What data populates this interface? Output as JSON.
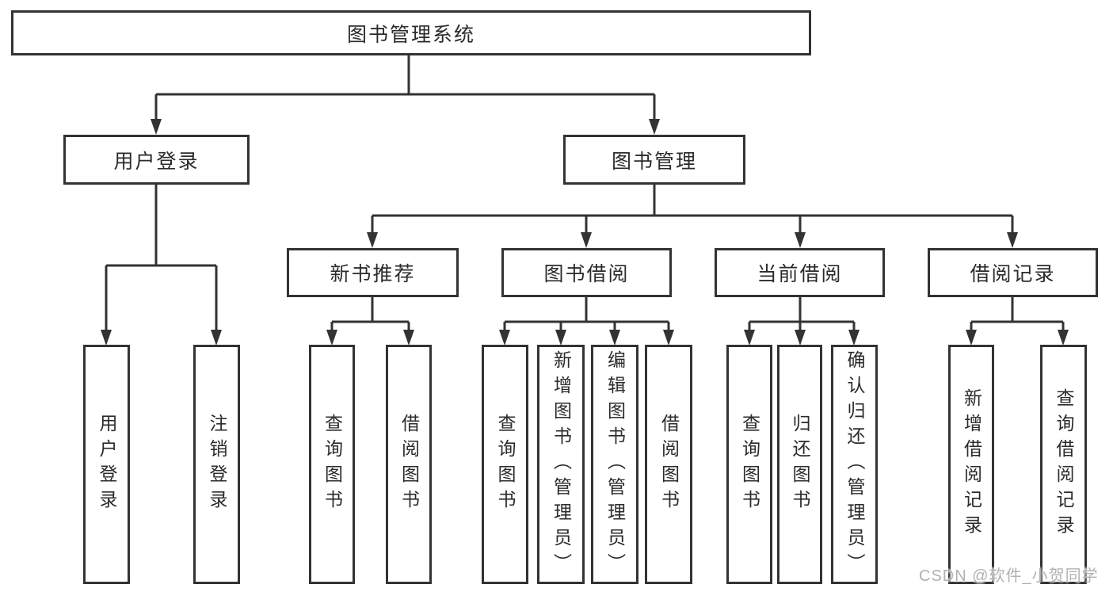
{
  "tree": {
    "label": "图书管理系统",
    "children": [
      {
        "label": "用户登录",
        "children": [
          {
            "label": "用户登录"
          },
          {
            "label": "注销登录"
          }
        ]
      },
      {
        "label": "图书管理",
        "children": [
          {
            "label": "新书推荐",
            "children": [
              {
                "label": "查询图书"
              },
              {
                "label": "借阅图书"
              }
            ]
          },
          {
            "label": "图书借阅",
            "children": [
              {
                "label": "查询图书"
              },
              {
                "label": "新增图书（管理员）"
              },
              {
                "label": "编辑图书（管理员）"
              },
              {
                "label": "借阅图书"
              }
            ]
          },
          {
            "label": "当前借阅",
            "children": [
              {
                "label": "查询图书"
              },
              {
                "label": "归还图书"
              },
              {
                "label": "确认归还（管理员）"
              }
            ]
          },
          {
            "label": "借阅记录",
            "children": [
              {
                "label": "新增借阅记录"
              },
              {
                "label": "查询借阅记录"
              }
            ]
          }
        ]
      }
    ]
  },
  "watermark": "CSDN @软件_小贺同学",
  "colors": {
    "line": "#333333",
    "watermark": "#b3b1b1"
  }
}
